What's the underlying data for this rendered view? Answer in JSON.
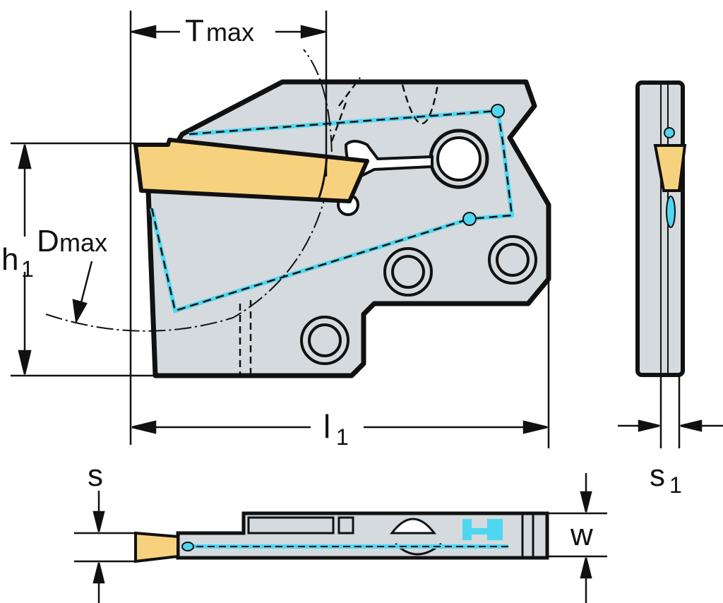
{
  "labels": {
    "tmax_main": "T",
    "tmax_sub": "max",
    "h1_main": "h",
    "h1_sub": "1",
    "dmax_main": "D",
    "dmax_sub": "max",
    "l1_main": "l",
    "l1_sub": "1",
    "s": "s",
    "s1_main": "s",
    "s1_sub": "1",
    "w": "w"
  },
  "colors": {
    "body": "#d4dadd",
    "insert": "#f7d27e",
    "coolant": "#4fd6f0",
    "outline": "#111111"
  }
}
